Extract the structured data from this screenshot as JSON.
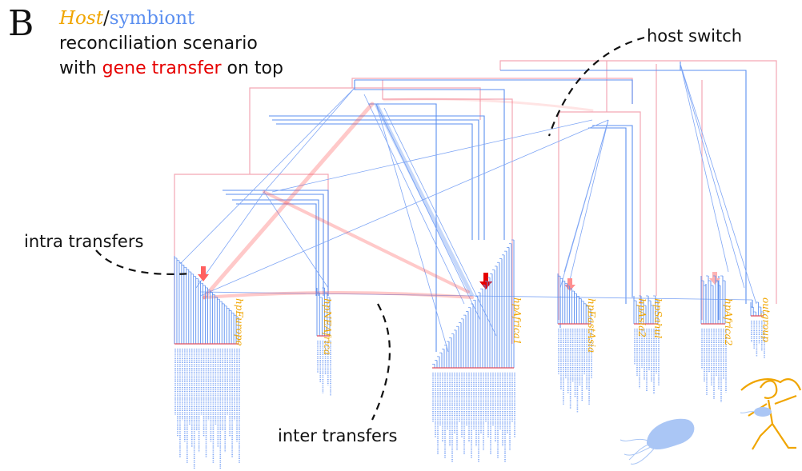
{
  "panel": {
    "letter": "B"
  },
  "legend": {
    "host_word": "Host",
    "slash": "/",
    "symbiont_word": "symbiont",
    "line2": "reconciliation scenario",
    "line3_prefix": "with ",
    "line3_highlight": "gene transfer",
    "line3_suffix": " on top"
  },
  "annotations": {
    "host_switch": "host switch",
    "intra_transfers": "intra transfers",
    "inter_transfers": "inter transfers"
  },
  "host_populations": [
    "hpEurope",
    "hpNEAfrica",
    "hpAfrica1",
    "hpEastAsia",
    "hpAsia2",
    "hpSahul",
    "hpAfrica2",
    "outgroup"
  ],
  "colors": {
    "host": "#f0a500",
    "symbiont": "#5b8ff0",
    "symbiont_dark": "#4a6fd8",
    "host_tree_outline": "#f4a7b5",
    "transfer": "#ff4d4d",
    "transfer_strong": "#e60000",
    "annotation_text": "#111111"
  },
  "icons": [
    "bacterium-icon",
    "human-figure-icon",
    "transfer-arrow-icon"
  ]
}
